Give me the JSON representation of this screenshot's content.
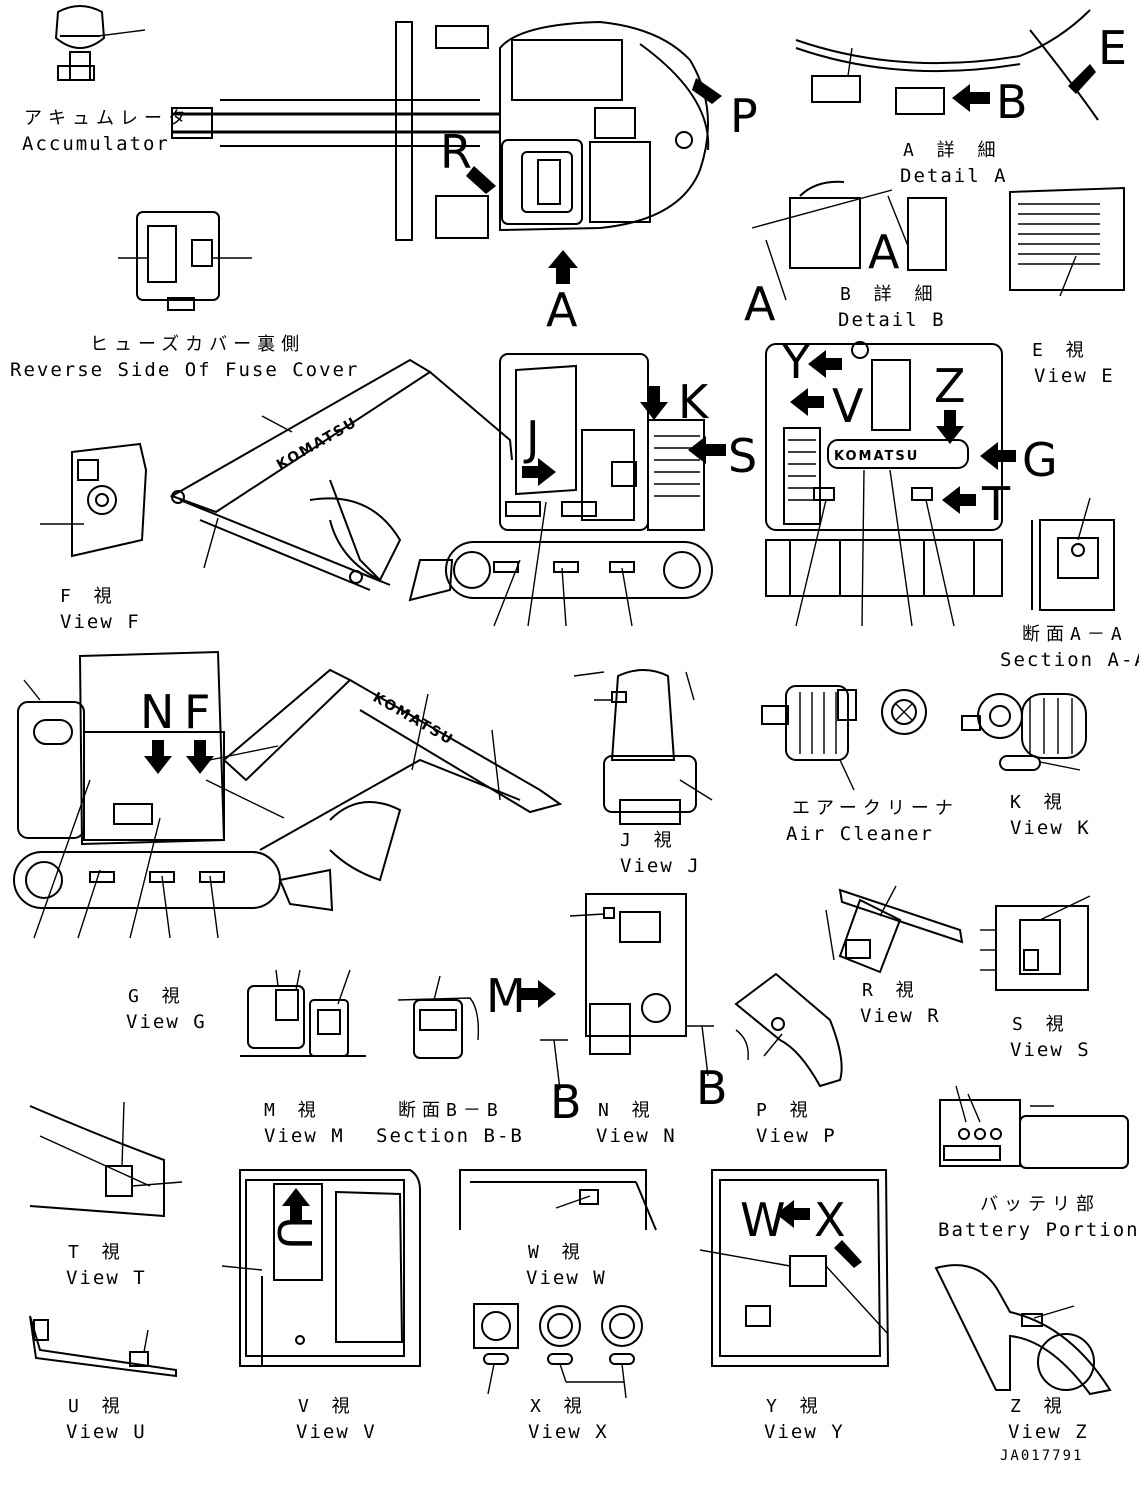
{
  "drawing_id": "JA017791",
  "captions": {
    "accumulator_jp": "アキュムレータ",
    "accumulator_en": "Accumulator",
    "detail_a_jp": "A 詳 細",
    "detail_a_en": "Detail A",
    "detail_b_jp": "B 詳 細",
    "detail_b_en": "Detail B",
    "fuse_jp": "ヒューズカバー裏側",
    "fuse_en": "Reverse Side Of Fuse Cover",
    "view_e_jp": "E 視",
    "view_e_en": "View E",
    "view_f_jp": "F 視",
    "view_f_en": "View F",
    "section_aa_jp": "断面A－A",
    "section_aa_en": "Section A-A",
    "air_cleaner_jp": "エアークリーナ",
    "air_cleaner_en": "Air Cleaner",
    "view_k_jp": "K 視",
    "view_k_en": "View K",
    "view_j_jp": "J 視",
    "view_j_en": "View J",
    "view_g_jp": "G 視",
    "view_g_en": "View G",
    "view_r_jp": "R 視",
    "view_r_en": "View R",
    "view_s_jp": "S 視",
    "view_s_en": "View S",
    "view_m_jp": "M 視",
    "view_m_en": "View M",
    "section_bb_jp": "断面B－B",
    "section_bb_en": "Section B-B",
    "view_n_jp": "N 視",
    "view_n_en": "View N",
    "view_p_jp": "P 視",
    "view_p_en": "View P",
    "battery_jp": "バッテリ部",
    "battery_en": "Battery Portion",
    "view_t_jp": "T 視",
    "view_t_en": "View T",
    "view_w_jp": "W 視",
    "view_w_en": "View W",
    "view_u_jp": "U 視",
    "view_u_en": "View U",
    "view_v_jp": "V 視",
    "view_v_en": "View V",
    "view_x_jp": "X 視",
    "view_x_en": "View X",
    "view_y_jp": "Y 視",
    "view_y_en": "View Y",
    "view_z_jp": "Z 視",
    "view_z_en": "View Z"
  },
  "view_letters": {
    "a1": "A",
    "a2": "A",
    "a3": "A",
    "b1": "B",
    "b2": "B",
    "b3": "B",
    "e": "E",
    "p": "P",
    "r": "R",
    "k": "K",
    "s": "S",
    "j": "J",
    "y": "Y",
    "v": "V",
    "z": "Z",
    "g": "G",
    "t": "T",
    "n": "N",
    "f": "F",
    "m": "M",
    "w": "W",
    "x": "X",
    "u": "U"
  },
  "brand_text": "KOMATSU"
}
